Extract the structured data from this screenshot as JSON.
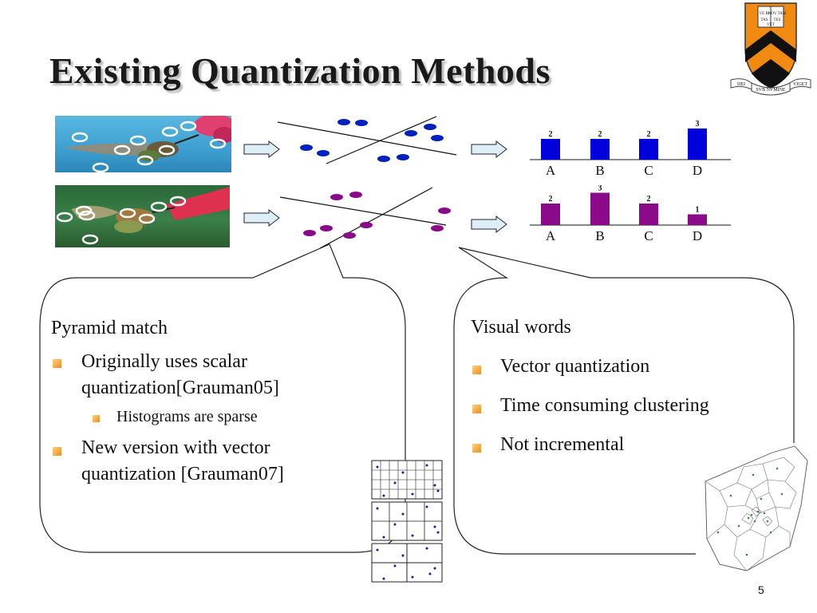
{
  "slide": {
    "title": "Existing Quantization Methods",
    "page_number": "5"
  },
  "logo": {
    "shield_text": [
      "VE RI",
      "TAS",
      "NOV TAM",
      "TES",
      "VET"
    ],
    "banner_text": [
      "DEI",
      "SVB NVMINE",
      "VIGET"
    ]
  },
  "histogram_top": {
    "categories": [
      "A",
      "B",
      "C",
      "D"
    ],
    "values": [
      2,
      2,
      2,
      3
    ],
    "color": "#0000dd"
  },
  "histogram_bottom": {
    "categories": [
      "A",
      "B",
      "C",
      "D"
    ],
    "values": [
      2,
      3,
      2,
      1
    ],
    "color": "#8a0a8a"
  },
  "left_bubble": {
    "heading": "Pyramid match",
    "bullet1_line1": "Originally uses scalar",
    "bullet1_line2": "quantization[Grauman05]",
    "sub_bullet": "Histograms are sparse",
    "bullet2_line1": "New version with vector",
    "bullet2_line2": "quantization [Grauman07]"
  },
  "right_bubble": {
    "heading": "Visual words",
    "bullets": [
      "Vector quantization",
      "Time consuming clustering",
      "Not incremental"
    ]
  },
  "colors": {
    "bullet": "#f0a030",
    "blue_points": "#0020c0",
    "purple_points": "#8a0a8a"
  }
}
